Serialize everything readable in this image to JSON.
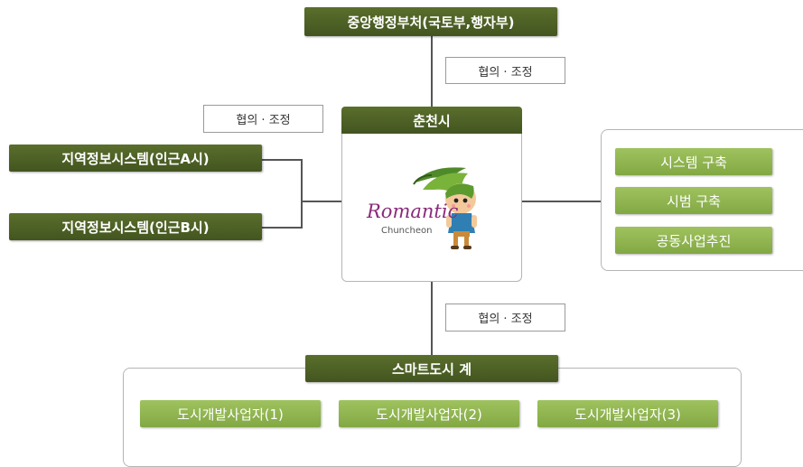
{
  "ministry": {
    "label": "중앙행정부처(국토부,행자부)"
  },
  "notes": {
    "top": "협의 · 조정",
    "left": "협의 · 조정",
    "bottom": "협의 · 조정"
  },
  "center": {
    "title": "춘천시",
    "logo_main": "Romantic",
    "logo_sub": "Chuncheon"
  },
  "regional": {
    "a": "지역정보시스템(인근A시)",
    "b": "지역정보시스템(인근B시)"
  },
  "right_panel": {
    "items": [
      "시스템 구축",
      "시범 구축",
      "공동사업추진"
    ]
  },
  "smart_city": {
    "title": "스마트도시 계",
    "developers": [
      "도시개발사업자(1)",
      "도시개발사업자(2)",
      "도시개발사업자(3)"
    ]
  },
  "colors": {
    "dark_green": "#4e6226",
    "light_green": "#8fb450",
    "line": "#555555"
  }
}
